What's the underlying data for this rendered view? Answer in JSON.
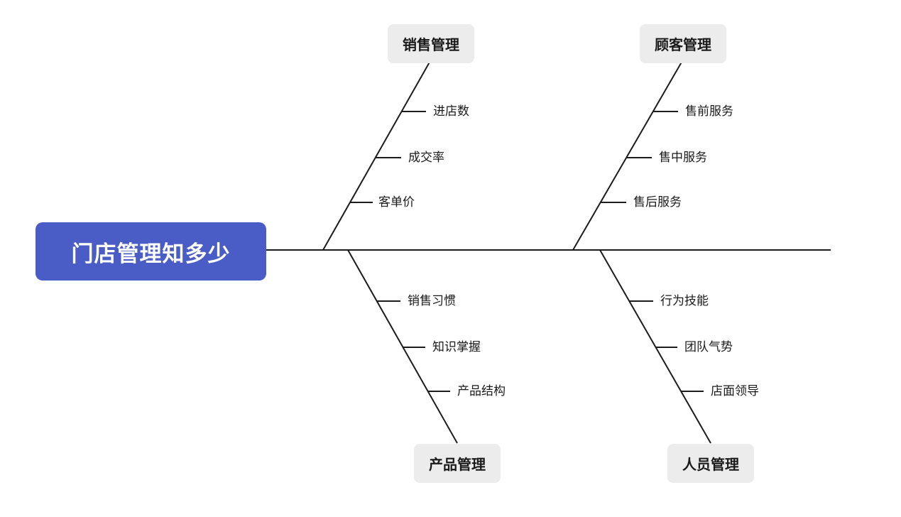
{
  "title": "门店管理知多少",
  "branches": [
    {
      "label": "销售管理",
      "position": "top-left",
      "items": [
        "进店数",
        "成交率",
        "客单价"
      ]
    },
    {
      "label": "顾客管理",
      "position": "top-right",
      "items": [
        "售前服务",
        "售中服务",
        "售后服务"
      ]
    },
    {
      "label": "产品管理",
      "position": "bottom-left",
      "items": [
        "销售习惯",
        "知识掌握",
        "产品结构"
      ]
    },
    {
      "label": "人员管理",
      "position": "bottom-right",
      "items": [
        "行为技能",
        "团队气势",
        "店面领导"
      ]
    }
  ],
  "colors": {
    "background": "#ffffff",
    "title_bg": "#4a5cc6",
    "title_text": "#ffffff",
    "category_bg": "#ececec",
    "category_text": "#1a1a1a",
    "item_text": "#1a1a1a",
    "line": "#1c1c1c"
  }
}
